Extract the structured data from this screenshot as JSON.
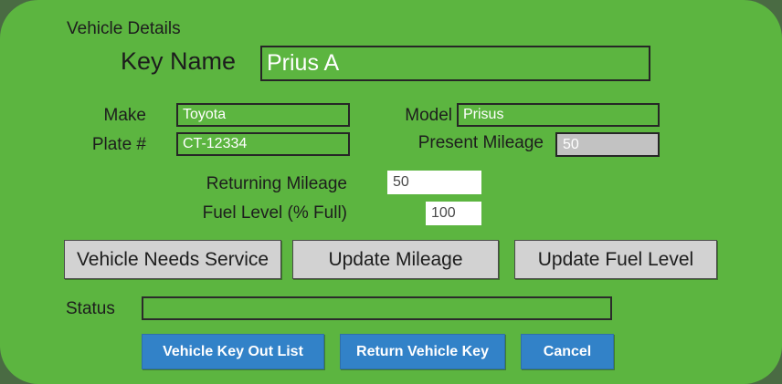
{
  "panel": {
    "section_title": "Vehicle Details",
    "background_color": "#5cb540"
  },
  "key_name": {
    "label": "Key Name",
    "value": "Prius A",
    "placeholder": ""
  },
  "fields": {
    "make": {
      "label": "Make",
      "value": "Toyota",
      "placeholder": ""
    },
    "model": {
      "label": "Model",
      "value": "Prisus",
      "placeholder": ""
    },
    "plate": {
      "label": "Plate #",
      "value": "CT-12334",
      "placeholder": ""
    },
    "present_mileage": {
      "label": "Present Mileage",
      "value": "50",
      "placeholder": ""
    },
    "returning_mileage": {
      "label": "Returning Mileage",
      "value": "50",
      "placeholder": ""
    },
    "fuel_level": {
      "label": "Fuel Level (% Full)",
      "value": "100",
      "placeholder": ""
    }
  },
  "action_buttons": [
    {
      "label": "Vehicle Needs Service"
    },
    {
      "label": "Update Mileage"
    },
    {
      "label": "Update Fuel Level"
    }
  ],
  "status": {
    "label": "Status",
    "value": "",
    "placeholder": ""
  },
  "footer_buttons": [
    {
      "label": "Vehicle Key Out List",
      "color": "#3282c8"
    },
    {
      "label": "Return Vehicle Key",
      "color": "#3282c8"
    },
    {
      "label": "Cancel",
      "color": "#3282c8"
    }
  ]
}
